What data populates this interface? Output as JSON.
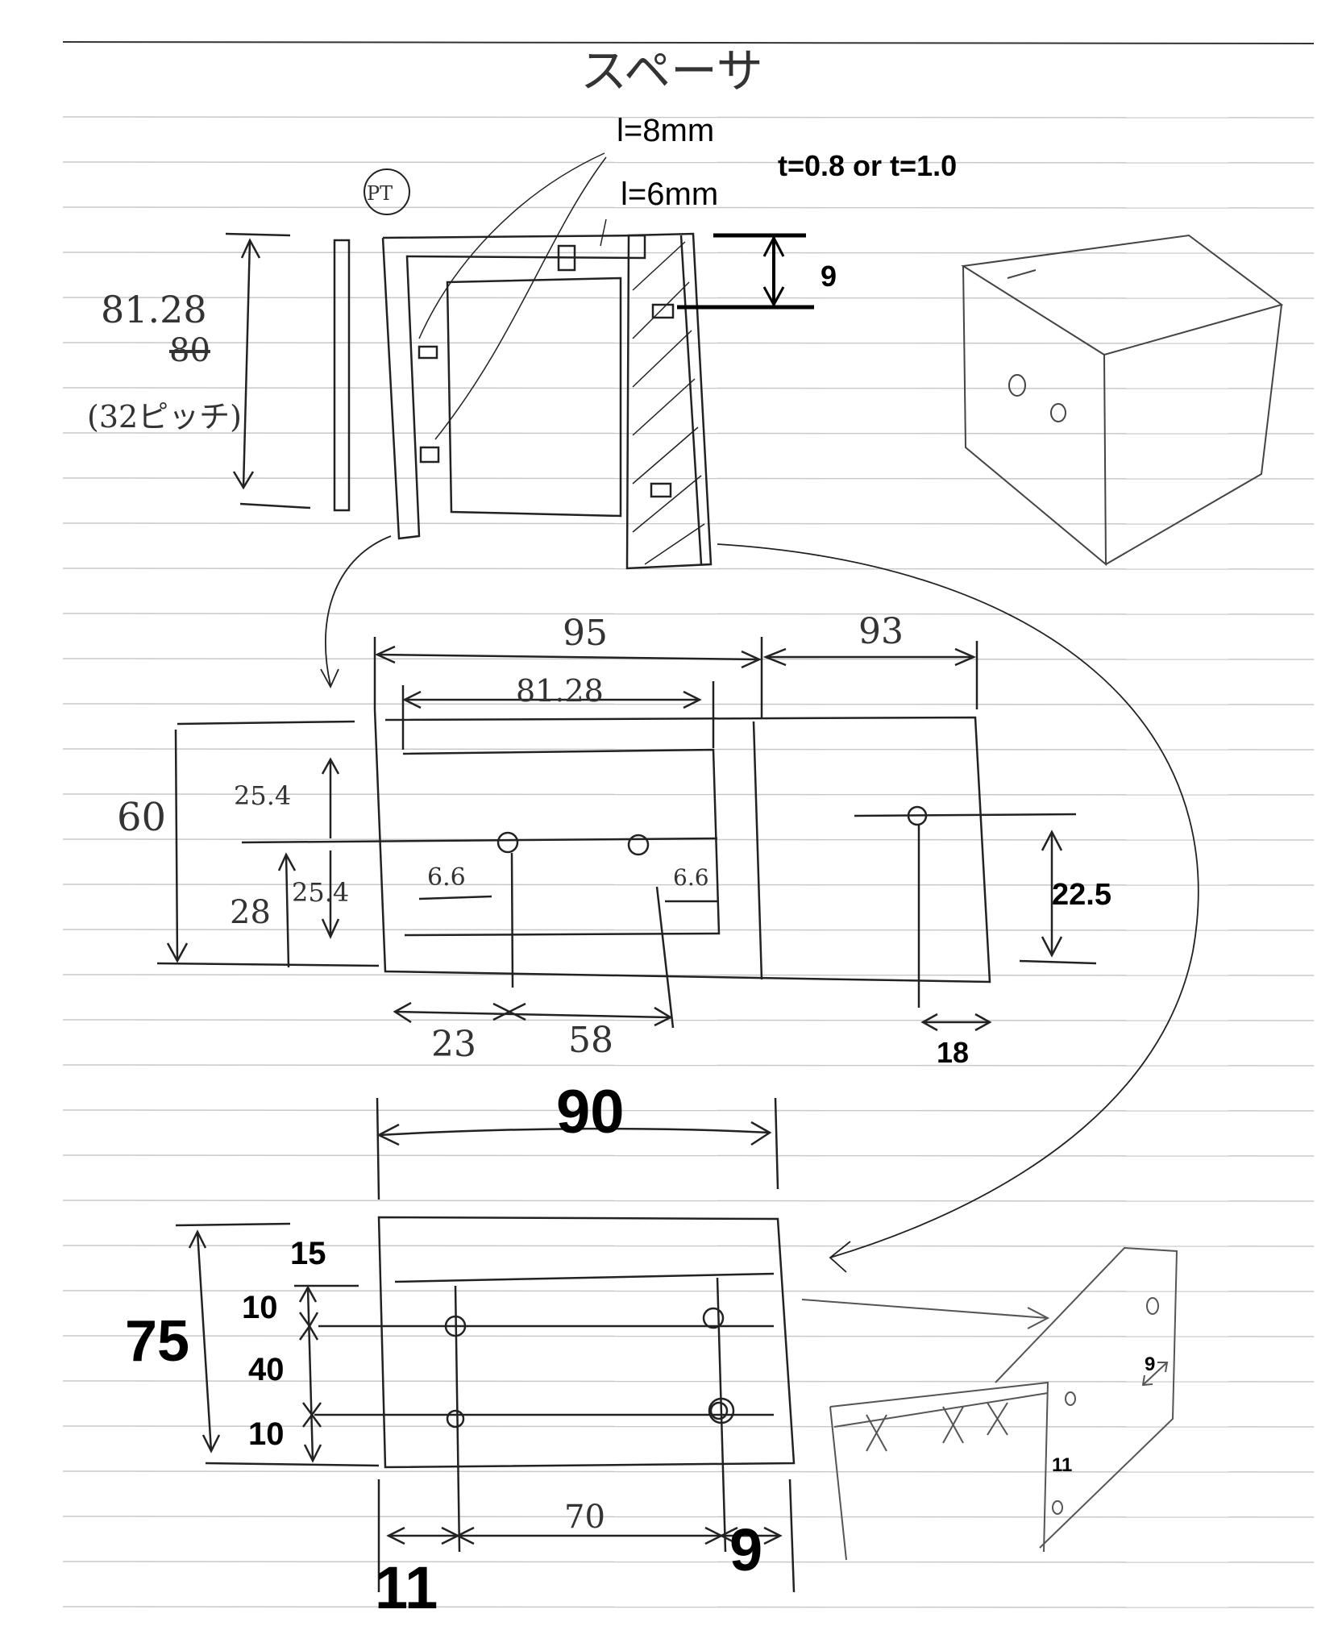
{
  "title": "スペーサ",
  "spacer_lengths": {
    "top": "l=8mm",
    "bottom": "l=6mm"
  },
  "thickness_note": "t=0.8 or t=1.0",
  "side_view": {
    "pt_label": "PT",
    "height_label": "81.28",
    "struck_label": "80",
    "note": "(32ピッチ)",
    "spacer_offset": "9"
  },
  "top_plate": {
    "width_total": "95",
    "width_right": "93",
    "inner_width": "81.28",
    "height": "60",
    "hole_upper_gap": "25.4",
    "hole_lower_gap": "25.4",
    "hole_from_bottom": "28",
    "slot_left": "6.6",
    "slot_right": "6.6",
    "hole_x1": "23",
    "hole_x2": "58",
    "right_hole_height": "22.5",
    "right_hole_x": "18"
  },
  "bracket": {
    "width": "90",
    "height": "75",
    "offset_top": "15",
    "gap1": "10",
    "hole_spacing": "40",
    "gap2": "10",
    "hole_pitch_x": "70",
    "left_margin": "11",
    "right_margin": "9"
  },
  "iso_bracket": {
    "dim_a": "9",
    "dim_b": "11"
  }
}
